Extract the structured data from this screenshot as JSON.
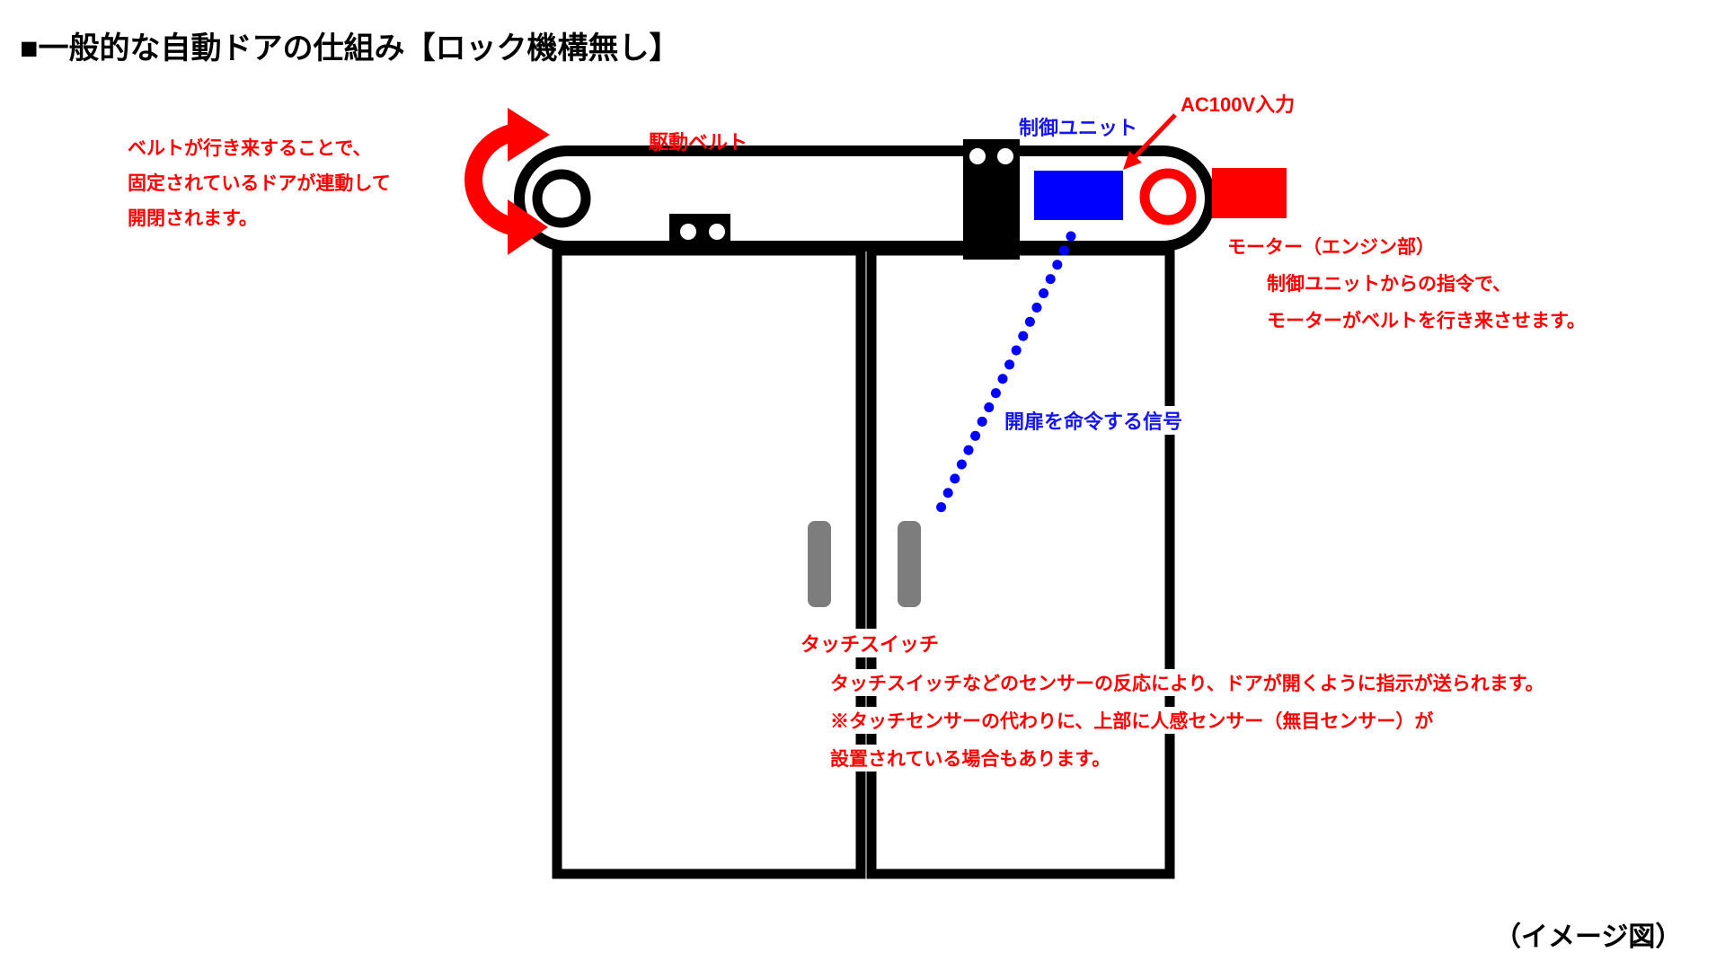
{
  "title": "■一般的な自動ドアの仕組み【ロック機構無し】",
  "colors": {
    "red": "#ff0000",
    "blue": "#0000ff",
    "blue_text": "#1515ee",
    "gray_switch": "#7d7d7d",
    "black": "#000000"
  },
  "annotations": {
    "belt_note": {
      "lines": [
        "ベルトが行き来することで、",
        "固定されているドアが連動して",
        "開閉されます。"
      ]
    },
    "drive_belt_label": "駆動ベルト",
    "control_unit_label": "制御ユニット",
    "ac_input_label": "AC100V入力",
    "motor_label": "モーター（エンジン部）",
    "motor_note": {
      "lines": [
        "制御ユニットからの指令で、",
        "モーターがベルトを行き来させます。"
      ]
    },
    "signal_label": "開扉を命令する信号",
    "touch_switch_label": "タッチスイッチ",
    "sensor_note": {
      "lines": [
        "タッチスイッチなどのセンサーの反応により、ドアが開くように指示が送られます。",
        "※タッチセンサーの代わりに、上部に人感センサー（無目センサー）が",
        "設置されている場合もあります。"
      ]
    },
    "image_caption": "（イメージ図）"
  }
}
